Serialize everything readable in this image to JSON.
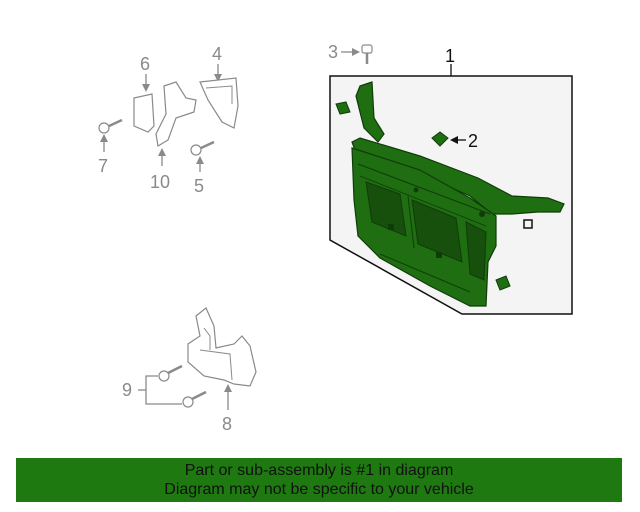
{
  "callouts": {
    "c1": "1",
    "c2": "2",
    "c3": "3",
    "c4": "4",
    "c5": "5",
    "c6": "6",
    "c7": "7",
    "c8": "8",
    "c9": "9",
    "c10": "10"
  },
  "colors": {
    "highlight": "#1f6e12",
    "highlight_dark": "#0f3d08",
    "line_gray": "#9a9a9a",
    "banner": "#1e7a10"
  },
  "footer": {
    "line1": "Part or sub-assembly is #1 in diagram",
    "line2": "Diagram may not be specific to your vehicle"
  }
}
